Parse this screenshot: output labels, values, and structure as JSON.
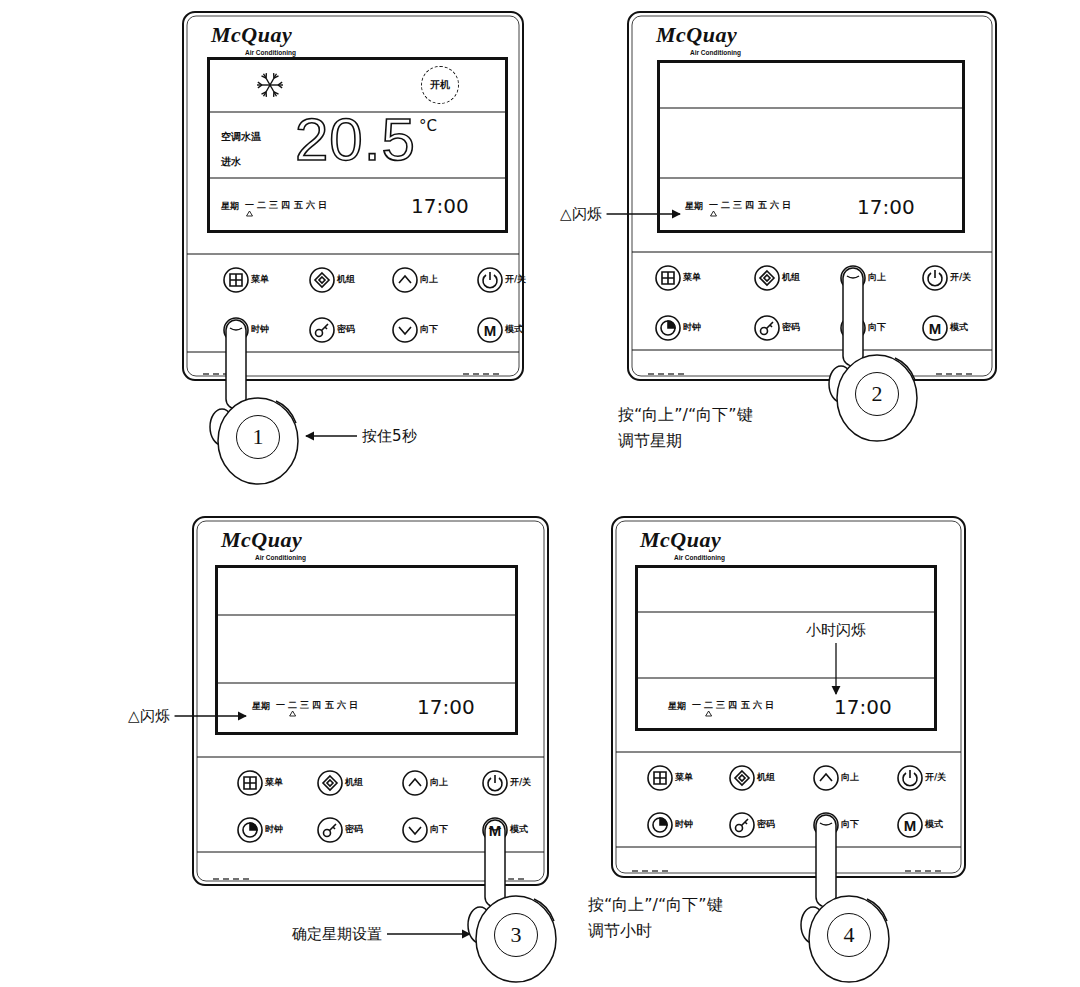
{
  "diagram": {
    "nodes": [
      {
        "text": [
          "McQuay",
          "Air Conditioning"
        ]
      },
      {
        "text": [
          "空调水温",
          "进水",
          "20.5",
          "°C",
          "星期",
          "一 二 三 四 五 六 日",
          "17:00"
        ],
        "in": 0
      },
      {
        "text": [
          "开机"
        ],
        "in": 1
      },
      {
        "text": [
          "McQuay",
          "Air Conditioning"
        ]
      },
      {
        "text": [
          "星期",
          "一 二 三 四 五 六 日",
          "17:00"
        ],
        "in": 3
      },
      {
        "text": [
          "McQuay",
          "Air Conditioning"
        ]
      },
      {
        "text": [
          "星期",
          "一 二 三 四 五 六 日",
          "17:00"
        ],
        "in": 5
      },
      {
        "text": [
          "McQuay",
          "Air Conditioning"
        ]
      },
      {
        "text": [
          "星期",
          "一 二 三 四 五 六 日",
          "17:00"
        ],
        "in": 7
      },
      {
        "text": [
          "1"
        ]
      },
      {
        "text": [
          "2"
        ]
      },
      {
        "text": [
          "3"
        ]
      },
      {
        "text": [
          "4"
        ]
      }
    ],
    "labels": [
      "菜单",
      "机组",
      "向上",
      "开/关",
      "时钟",
      "密码",
      "向下",
      "模式",
      "M",
      "菜单",
      "机组",
      "向上",
      "开/关",
      "时钟",
      "密码",
      "向下",
      "模式",
      "M",
      "菜单",
      "机组",
      "向上",
      "开/关",
      "时钟",
      "密码",
      "向下",
      "模式",
      "M",
      "菜单",
      "机组",
      "向上",
      "开/关",
      "时钟",
      "密码",
      "向下",
      "模式",
      "M",
      "按住5秒",
      "△闪烁",
      "按“向上”/“向下”键 调节星期",
      "△闪烁",
      "确定星期设置",
      "按“向上”/“向下”键 调节小时",
      "小时闪烁"
    ]
  }
}
